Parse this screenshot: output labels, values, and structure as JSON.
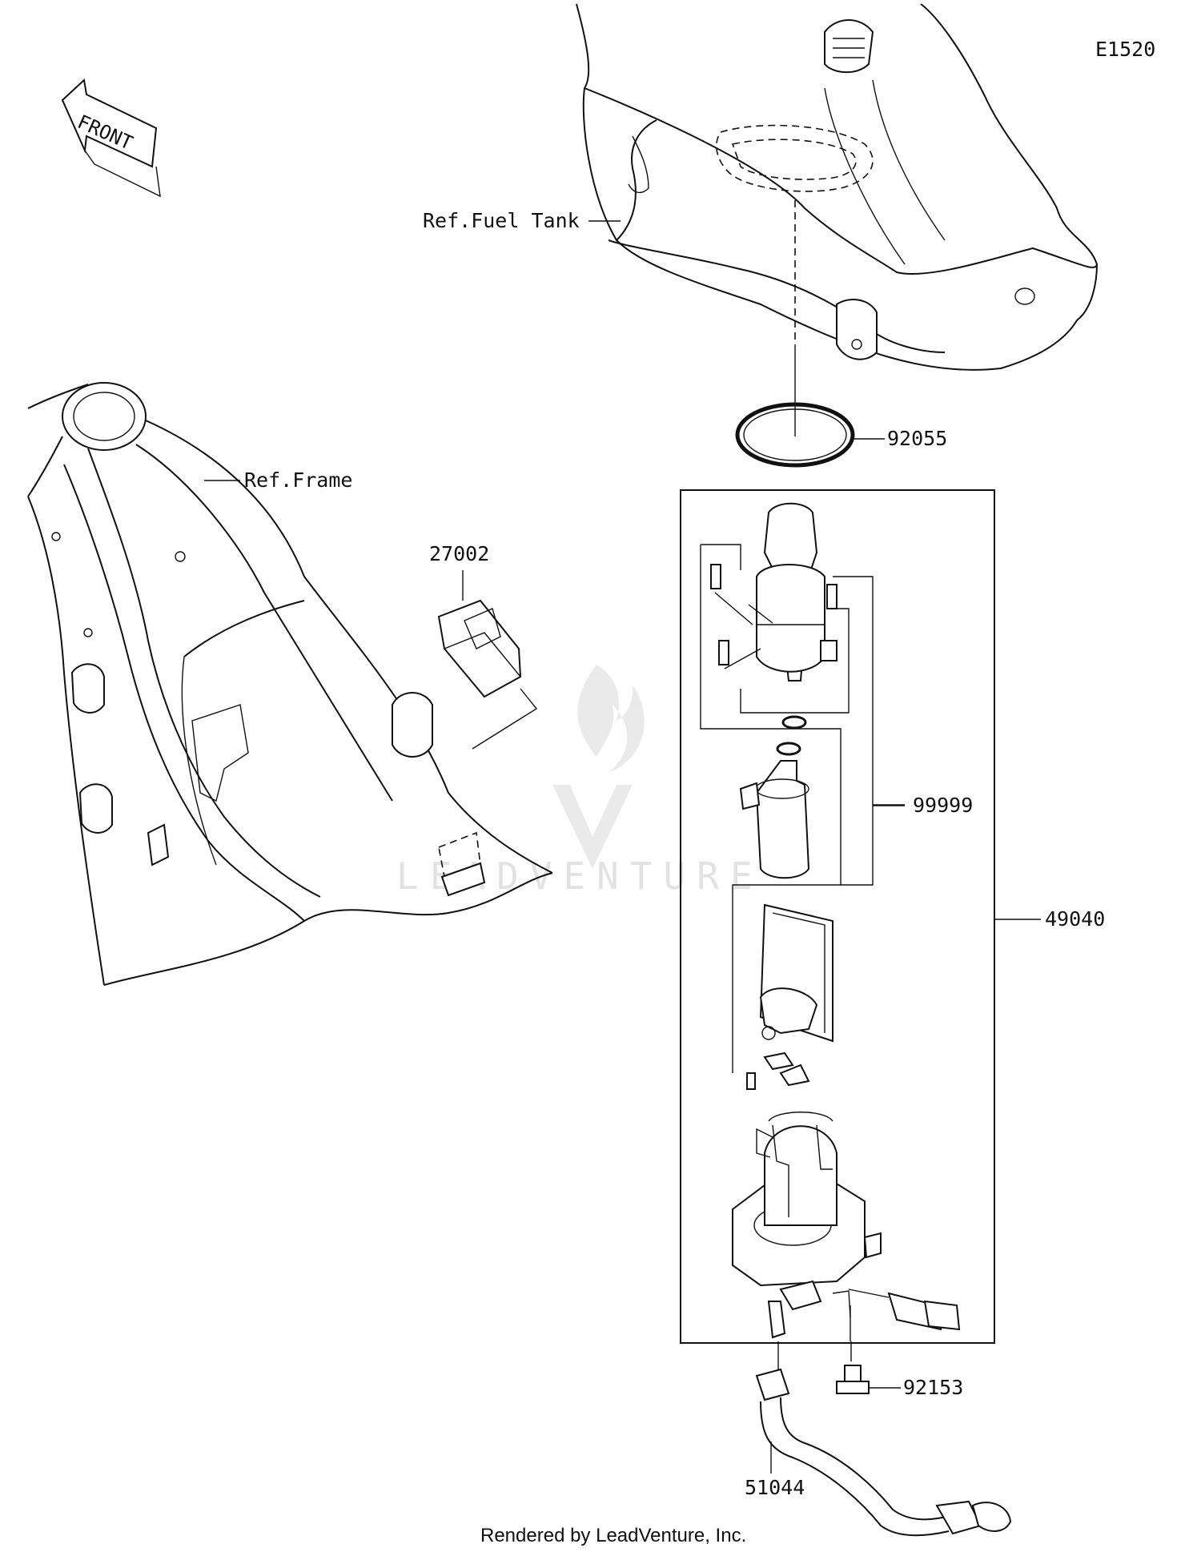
{
  "diagram": {
    "code": "E1520",
    "front_label": "FRONT",
    "references": {
      "fuel_tank": "Ref.Fuel Tank",
      "frame": "Ref.Frame"
    },
    "parts": {
      "o_ring": "92055",
      "connector": "27002",
      "pump_kit": "99999",
      "pump_assy": "49040",
      "bolt": "92153",
      "hose": "51044"
    },
    "watermark": "LEADVENTURE",
    "footer": "Rendered by LeadVenture, Inc."
  }
}
